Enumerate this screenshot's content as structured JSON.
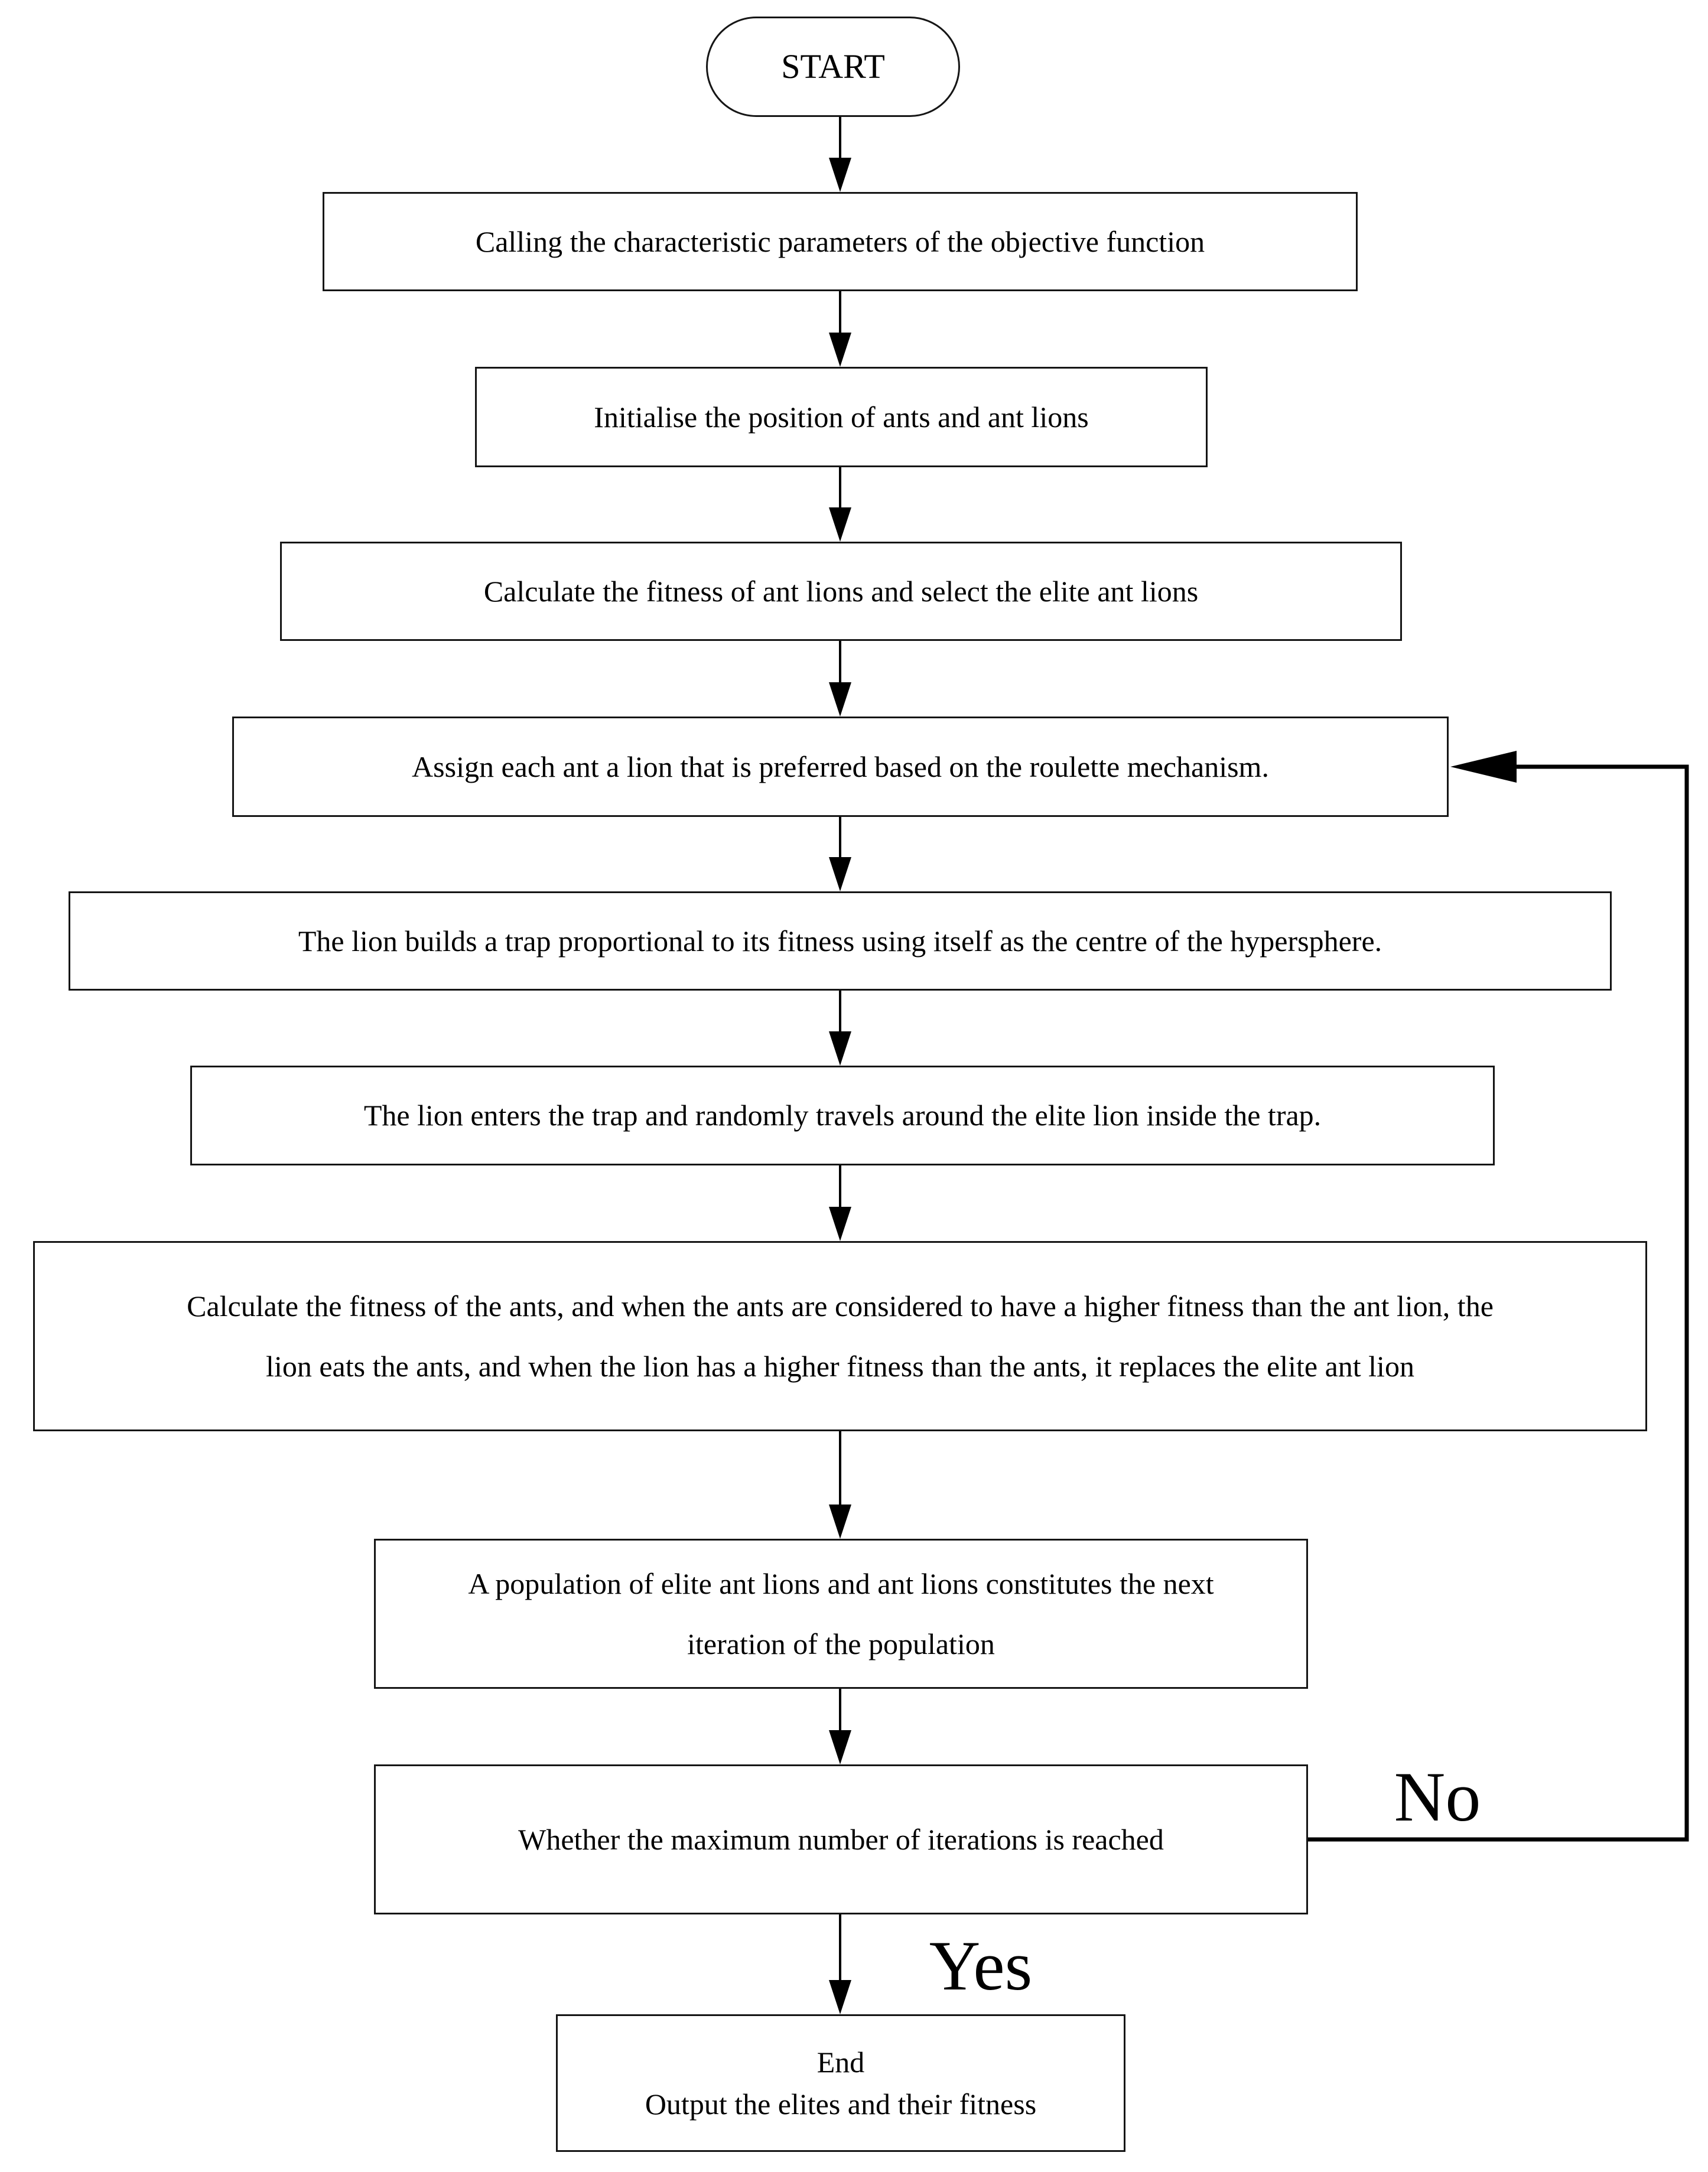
{
  "diagram": {
    "type": "flowchart",
    "nodes": [
      {
        "id": "start",
        "shape": "terminator",
        "label": "START"
      },
      {
        "id": "call-objective-parameters",
        "shape": "process",
        "label": "Calling the characteristic parameters of the objective function"
      },
      {
        "id": "initialise-positions",
        "shape": "process",
        "label": "Initialise the position of ants and ant lions"
      },
      {
        "id": "calculate-antlion-fitness",
        "shape": "process",
        "label": "Calculate the fitness of ant lions and select the elite ant lions"
      },
      {
        "id": "assign-roulette",
        "shape": "process",
        "label": "Assign each ant a lion that is preferred based on the roulette mechanism."
      },
      {
        "id": "build-trap",
        "shape": "process",
        "label": "The lion builds a trap proportional to its fitness using itself as the centre of the hypersphere."
      },
      {
        "id": "enter-trap",
        "shape": "process",
        "label": "The lion enters the trap and randomly travels around the elite lion inside the trap."
      },
      {
        "id": "calculate-ant-fitness",
        "shape": "process",
        "label": "Calculate the fitness of the ants, and when the ants are considered to have a higher fitness than the ant lion, the\nlion eats the ants, and when the lion has a higher fitness than the ants, it replaces the elite ant lion"
      },
      {
        "id": "next-iteration-population",
        "shape": "process",
        "label": "A population of elite ant lions and ant lions constitutes the next\niteration of the population"
      },
      {
        "id": "max-iterations-check",
        "shape": "decision",
        "label": "Whether the maximum number of iterations is reached"
      },
      {
        "id": "end",
        "shape": "terminator",
        "label": "End\nOutput the elites and their fitness"
      }
    ],
    "edge_labels": {
      "no": "No",
      "yes": "Yes"
    }
  }
}
